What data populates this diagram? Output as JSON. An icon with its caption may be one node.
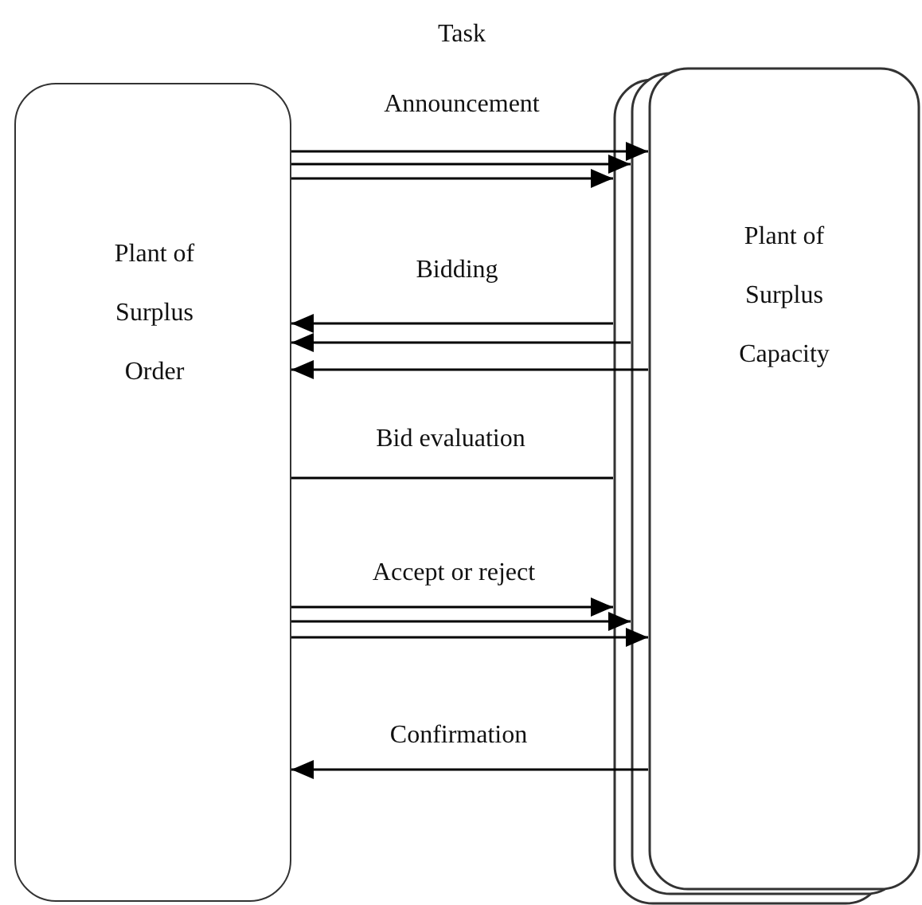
{
  "diagram": {
    "nodes": [
      {
        "text": [
          "Plant of Surplus Order"
        ]
      },
      {
        "text": [
          "Plant of Surplus Capacity"
        ]
      }
    ],
    "edges": [
      {
        "from": 0,
        "to": 1,
        "arrow": "to",
        "label": "Task Announcement"
      },
      {
        "from": 0,
        "to": 1,
        "arrow": "to"
      },
      {
        "from": 0,
        "to": 1,
        "arrow": "to"
      },
      {
        "from": 1,
        "to": 0,
        "arrow": "to",
        "label": "Bidding"
      },
      {
        "from": 1,
        "to": 0,
        "arrow": "to"
      },
      {
        "from": 1,
        "to": 0,
        "arrow": "to"
      },
      {
        "from": 0,
        "to": 1,
        "arrow": "none",
        "label": "Bid evaluation"
      },
      {
        "from": 0,
        "to": 1,
        "arrow": "to",
        "label": "Accept or reject"
      },
      {
        "from": 0,
        "to": 1,
        "arrow": "to"
      },
      {
        "from": 0,
        "to": 1,
        "arrow": "to"
      },
      {
        "from": 1,
        "to": 0,
        "arrow": "to",
        "label": "Confirmation"
      }
    ]
  }
}
